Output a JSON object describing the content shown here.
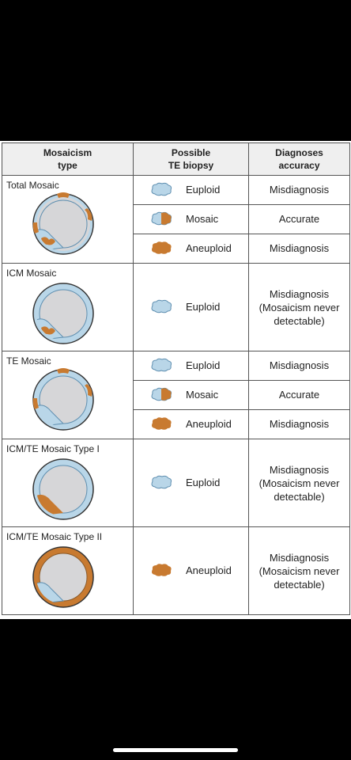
{
  "colors": {
    "euploid_fill": "#b9d6e8",
    "euploid_stroke": "#5f8fb0",
    "aneuploid_fill": "#c87a30",
    "cavity_fill": "#d6d6d8",
    "header_bg": "#efefef"
  },
  "table": {
    "headers": {
      "type": "Mosaicism\ntype",
      "biopsy": "Possible\nTE biopsy",
      "accuracy": "Diagnoses\naccuracy"
    },
    "rows": [
      {
        "type": "Total Mosaic",
        "embryo_icon": "embryo-total-mosaic-icon",
        "biopsies": [
          {
            "label": "Euploid",
            "icon": "euploid-cell-icon",
            "accuracy": "Misdiagnosis"
          },
          {
            "label": "Mosaic",
            "icon": "mosaic-cell-icon",
            "accuracy": "Accurate"
          },
          {
            "label": "Aneuploid",
            "icon": "aneuploid-cell-icon",
            "accuracy": "Misdiagnosis"
          }
        ]
      },
      {
        "type": "ICM Mosaic",
        "embryo_icon": "embryo-icm-mosaic-icon",
        "biopsies": [
          {
            "label": "Euploid",
            "icon": "euploid-cell-icon",
            "accuracy": "Misdiagnosis\n(Mosaicism never\ndetectable)"
          }
        ]
      },
      {
        "type": "TE Mosaic",
        "embryo_icon": "embryo-te-mosaic-icon",
        "biopsies": [
          {
            "label": "Euploid",
            "icon": "euploid-cell-icon",
            "accuracy": "Misdiagnosis"
          },
          {
            "label": "Mosaic",
            "icon": "mosaic-cell-icon",
            "accuracy": "Accurate"
          },
          {
            "label": "Aneuploid",
            "icon": "aneuploid-cell-icon",
            "accuracy": "Misdiagnosis"
          }
        ]
      },
      {
        "type": "ICM/TE Mosaic Type I",
        "embryo_icon": "embryo-icm-te-type1-icon",
        "biopsies": [
          {
            "label": "Euploid",
            "icon": "euploid-cell-icon",
            "accuracy": "Misdiagnosis\n(Mosaicism never\ndetectable)"
          }
        ]
      },
      {
        "type": "ICM/TE Mosaic Type II",
        "embryo_icon": "embryo-icm-te-type2-icon",
        "biopsies": [
          {
            "label": "Aneuploid",
            "icon": "aneuploid-cell-icon",
            "accuracy": "Misdiagnosis\n(Mosaicism never\ndetectable)"
          }
        ]
      }
    ]
  }
}
